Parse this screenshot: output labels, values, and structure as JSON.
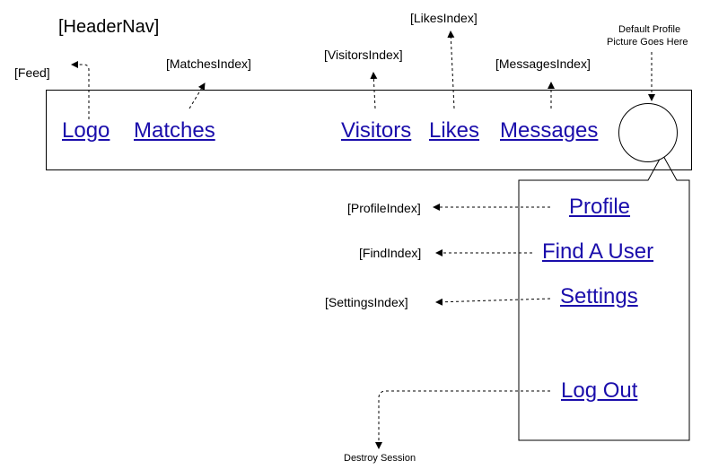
{
  "diagram_title": "[HeaderNav]",
  "header_links": {
    "logo": "Logo",
    "matches": "Matches",
    "visitors": "Visitors",
    "likes": "Likes",
    "messages": "Messages"
  },
  "targets": {
    "feed": "[Feed]",
    "matches": "[MatchesIndex]",
    "visitors": "[VisitorsIndex]",
    "likes": "[LikesIndex]",
    "messages": "[MessagesIndex]",
    "profile": "[ProfileIndex]",
    "find": "[FindIndex]",
    "settings": "[SettingsIndex]"
  },
  "avatar_note_line1": "Default Profile",
  "avatar_note_line2": "Picture Goes Here",
  "dropdown": {
    "profile": "Profile",
    "find_user": "Find A User",
    "settings": "Settings",
    "log_out": "Log Out"
  },
  "logout_target": "Destroy Session",
  "colors": {
    "link": "#1a0dab",
    "line": "#000000"
  }
}
